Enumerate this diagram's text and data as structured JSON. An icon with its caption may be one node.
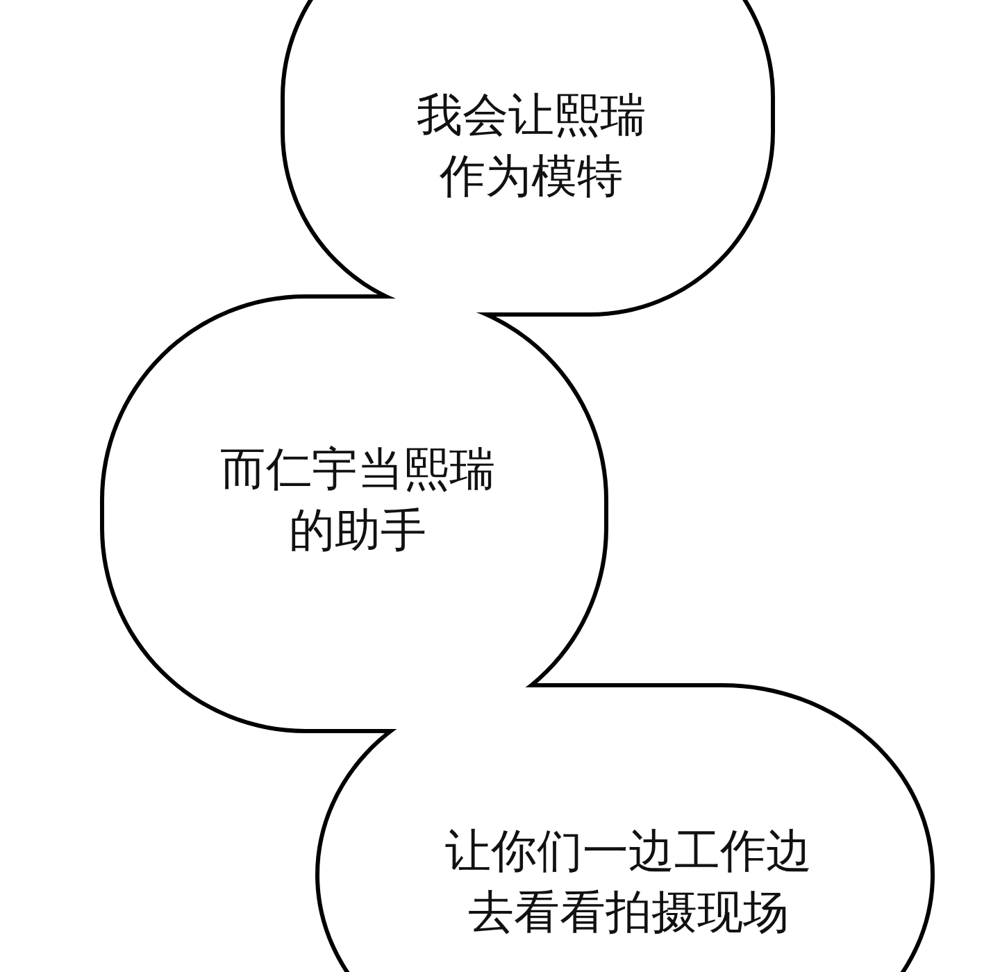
{
  "diagram": {
    "nodes": [
      {
        "text": [
          "我会让熙瑞作为模特"
        ]
      },
      {
        "text": [
          "而仁宇当熙瑞的助手"
        ]
      },
      {
        "text": [
          "让你们一边工作边去看看拍摄现场"
        ]
      }
    ],
    "edges": []
  }
}
